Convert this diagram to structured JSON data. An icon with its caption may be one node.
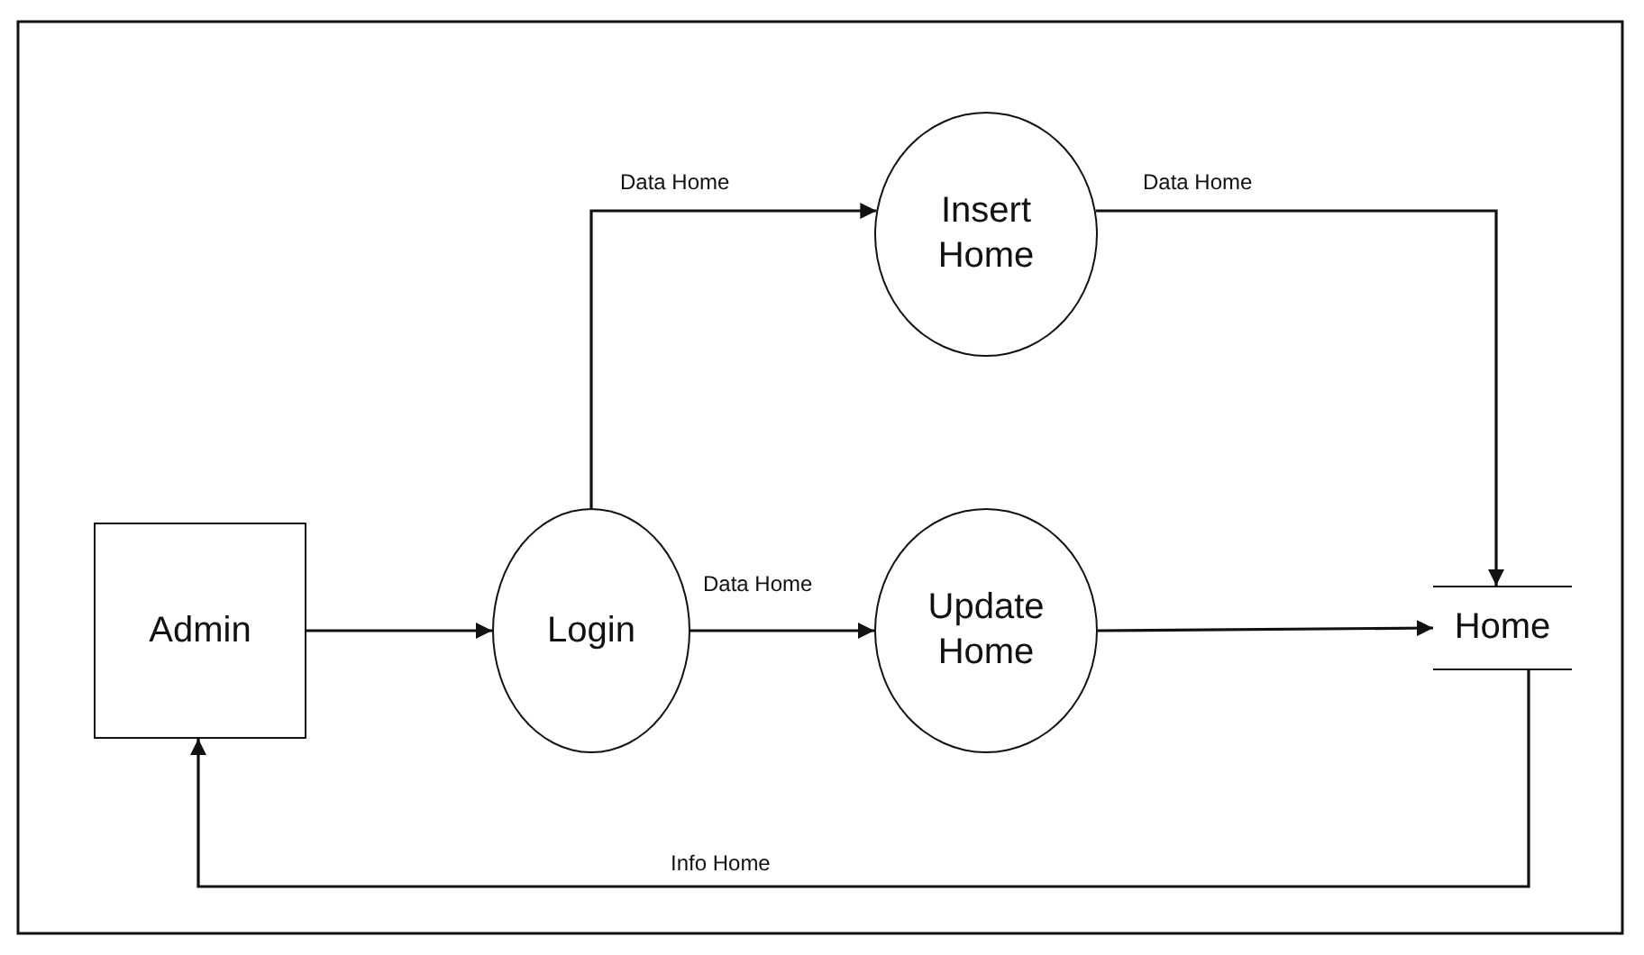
{
  "diagram": {
    "nodes": [
      {
        "text": [
          "Admin"
        ]
      },
      {
        "text": [
          "Login"
        ]
      },
      {
        "text": [
          "Insert Home"
        ]
      },
      {
        "text": [
          "Update Home"
        ]
      },
      {
        "text": [
          "Home"
        ]
      }
    ],
    "edges": [
      {
        "from": 0,
        "to": 1,
        "arrow": "to"
      },
      {
        "from": 1,
        "to": 2,
        "arrow": "to",
        "label": "Data Home"
      },
      {
        "from": 1,
        "to": 3,
        "arrow": "to",
        "label": "Data Home"
      },
      {
        "from": 2,
        "to": 4,
        "arrow": "to",
        "label": "Data Home"
      },
      {
        "from": 3,
        "to": 4,
        "arrow": "to"
      },
      {
        "from": 4,
        "to": 0,
        "arrow": "to",
        "label": "Info Home"
      }
    ]
  }
}
